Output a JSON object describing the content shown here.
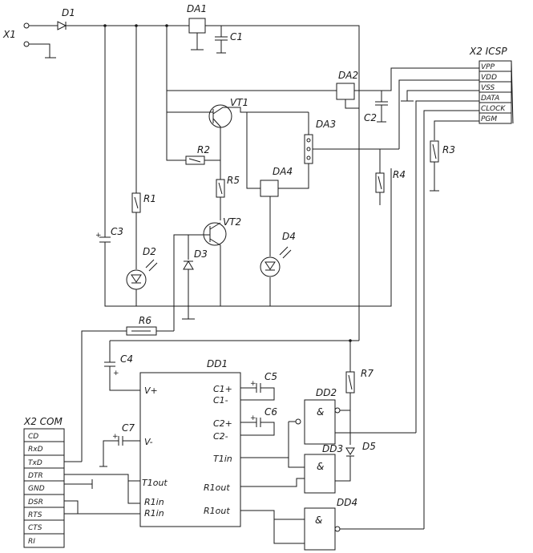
{
  "connectors": {
    "x1": "X1",
    "x2_icsp": {
      "title": "X2 ICSP",
      "pins": [
        "VPP",
        "VDD",
        "VSS",
        "DATA",
        "CLOCK",
        "PGM"
      ]
    },
    "x2_com": {
      "title": "X2 COM",
      "pins": [
        "CD",
        "RxD",
        "TxD",
        "DTR",
        "GND",
        "DSR",
        "RTS",
        "CTS",
        "RI"
      ]
    }
  },
  "components": {
    "D1": "D1",
    "DA1": "DA1",
    "C1": "C1",
    "DA2": "DA2",
    "C2": "C2",
    "VT1": "VT1",
    "DA3": "DA3",
    "R2": "R2",
    "R5": "R5",
    "DA4": "DA4",
    "R1": "R1",
    "R4": "R4",
    "R3": "R3",
    "C3": "C3",
    "VT2": "VT2",
    "D2": "D2",
    "D3": "D3",
    "D4": "D4",
    "R6": "R6",
    "C4": "C4",
    "DD1": "DD1",
    "C5": "C5",
    "C6": "C6",
    "C7": "C7",
    "R7": "R7",
    "DD2": "DD2",
    "DD3": "DD3",
    "DD4": "DD4",
    "D5": "D5"
  },
  "dd1_pins": {
    "vplus": "V+",
    "vminus": "V-",
    "c1p": "C1+",
    "c1m": "C1-",
    "c2p": "C2+",
    "c2m": "C2-",
    "t1in": "T1in",
    "t1out": "T1out",
    "r1in": "R1in",
    "r1out_a": "R1out",
    "r1out_b": "R1out"
  },
  "gate_symbol": "&",
  "polarity": {
    "plus": "+"
  }
}
